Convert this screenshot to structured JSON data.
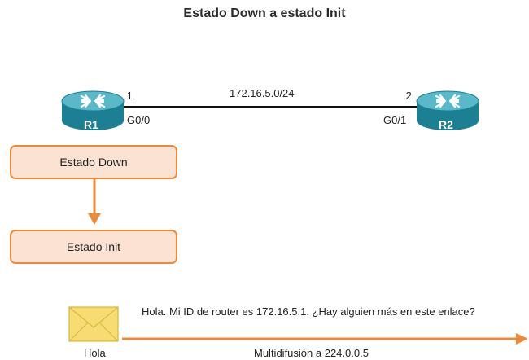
{
  "title": "Estado Down a estado Init",
  "network": {
    "subnet": "172.16.5.0/24",
    "r1": {
      "name": "R1",
      "host": ".1",
      "interface": "G0/0"
    },
    "r2": {
      "name": "R2",
      "host": ".2",
      "interface": "G0/1"
    }
  },
  "states": {
    "down": "Estado Down",
    "init": "Estado Init"
  },
  "message": {
    "text": "Hola. Mi ID de router es 172.16.5.1. ¿Hay alguien más en este enlace?",
    "envelope_label": "Hola",
    "multicast_label": "Multidifusión a 224.0.0.5"
  },
  "colors": {
    "router_body": "#1c7f93",
    "router_top": "#5ab8c8",
    "state_fill": "#fbe2d2",
    "state_border": "#ec8a3c",
    "arrow": "#ec8a3c",
    "envelope": "#f6dc72"
  }
}
